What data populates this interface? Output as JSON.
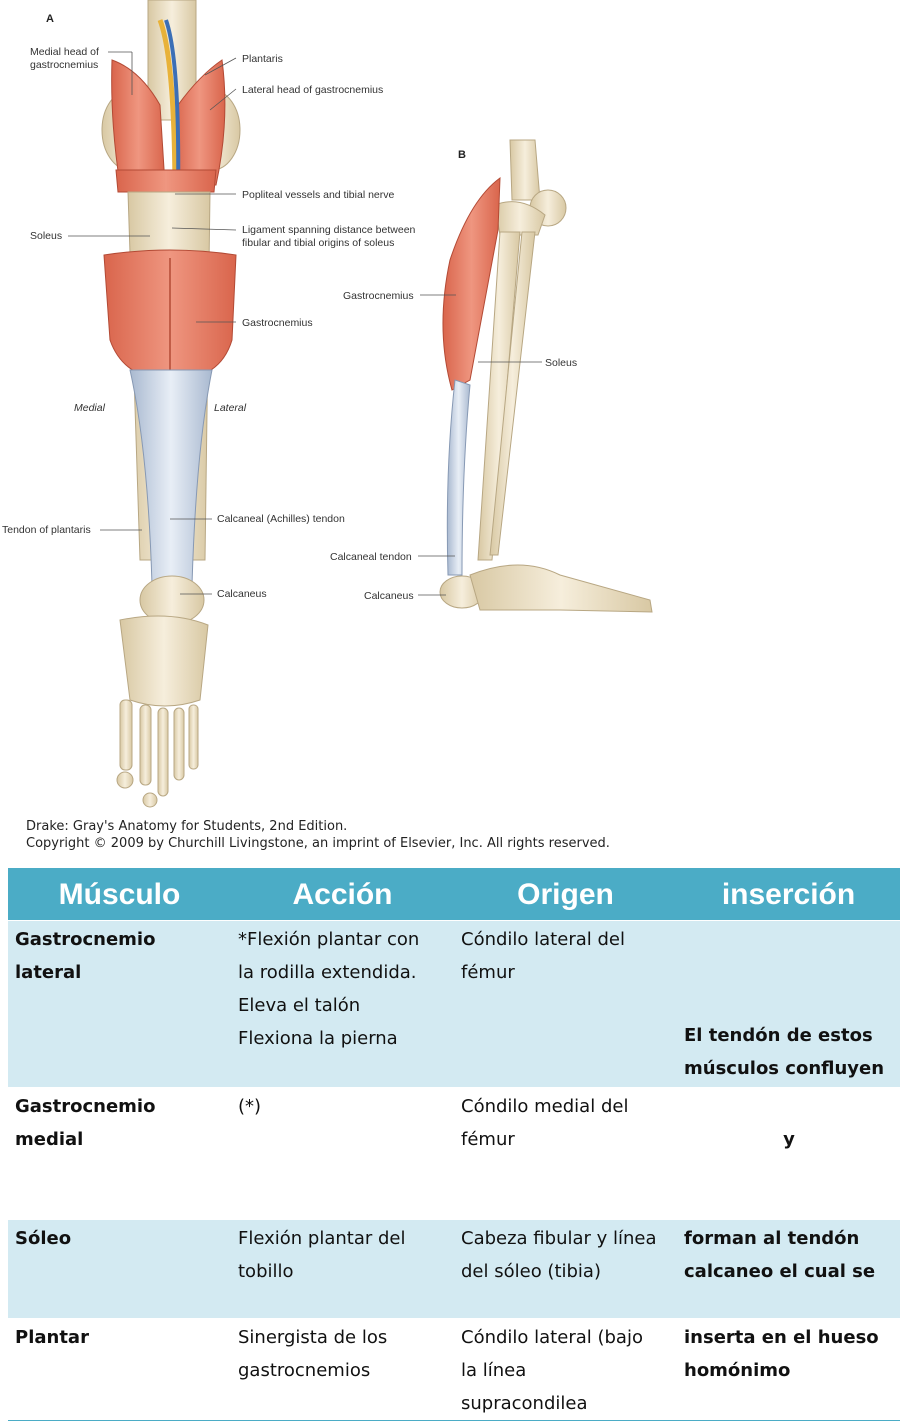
{
  "figure": {
    "panel_a": "A",
    "panel_b": "B",
    "labels_a": {
      "medial_head": [
        "Medial head of",
        "gastrocnemius"
      ],
      "plantaris": "Plantaris",
      "lateral_head": "Lateral head of gastrocnemius",
      "popliteal": "Popliteal vessels and tibial nerve",
      "soleus": "Soleus",
      "ligament": [
        "Ligament spanning distance between",
        "fibular and tibial origins of soleus"
      ],
      "gastrocnemius": "Gastrocnemius",
      "medial": "Medial",
      "lateral": "Lateral",
      "tendon_plantaris": "Tendon of plantaris",
      "calcaneal_tendon": "Calcaneal (Achilles) tendon",
      "calcaneus": "Calcaneus"
    },
    "labels_b": {
      "gastrocnemius": "Gastrocnemius",
      "soleus": "Soleus",
      "calcaneal_tendon": "Calcaneal tendon",
      "calcaneus": "Calcaneus"
    },
    "credit_line1": "Drake: Gray's Anatomy for Students, 2nd Edition.",
    "credit_line2": "Copyright © 2009 by Churchill Livingstone, an imprint of Elsevier, Inc. All rights reserved.",
    "colors": {
      "muscle": "#e5806a",
      "bone": "#efe3c8",
      "tendon": "#c9d6e6"
    }
  },
  "table": {
    "headers": [
      "Músculo",
      "Acción",
      "Origen",
      "inserción"
    ],
    "header_color": "#4bacc6",
    "band_color": "#d3eaf2",
    "rows": [
      {
        "muscle": "Gastrocnemio lateral",
        "action": [
          "*Flexión plantar con",
          "la rodilla extendida.",
          "Eleva el talón",
          "Flexiona la pierna"
        ],
        "origin": [
          "Cóndilo lateral del",
          "fémur"
        ],
        "insertion": [
          "El tendón de estos",
          "músculos confluyen"
        ]
      },
      {
        "muscle": [
          "Gastrocnemio",
          "medial"
        ],
        "action": [
          "(*)"
        ],
        "origin": [
          "Cóndilo medial del",
          "fémur"
        ],
        "insertion": [
          "y"
        ]
      },
      {
        "muscle": "Sóleo",
        "action": [
          "Flexión plantar del",
          "tobillo"
        ],
        "origin": [
          "Cabeza fibular y línea",
          "del sóleo (tibia)"
        ],
        "insertion": [
          "forman al tendón",
          "calcaneo el cual se"
        ]
      },
      {
        "muscle": "Plantar",
        "action": [
          "Sinergista de los",
          "gastrocnemios"
        ],
        "origin": [
          "Cóndilo lateral (bajo",
          "la línea",
          "supracondilea"
        ],
        "insertion": [
          "inserta en el hueso",
          "homónimo"
        ]
      }
    ]
  }
}
